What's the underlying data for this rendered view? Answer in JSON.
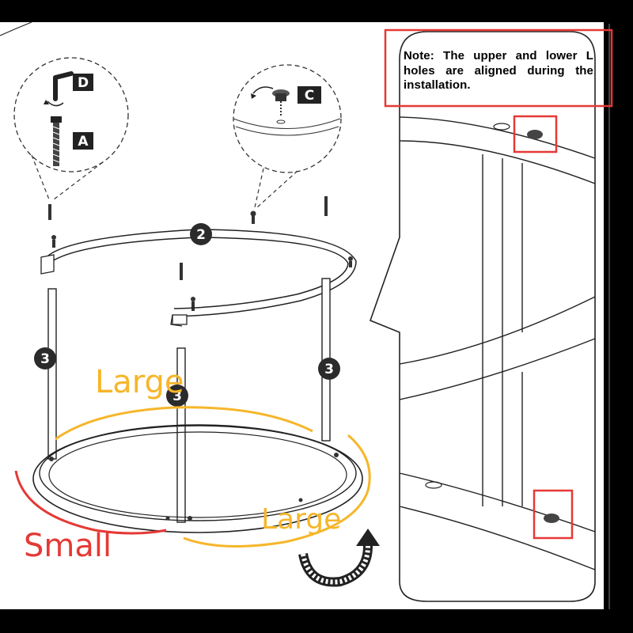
{
  "labels": {
    "note_text": "Note: The upper and lower L holes are aligned during the installation.",
    "part_a": "A",
    "part_c": "C",
    "part_d": "D",
    "part_2": "2",
    "part_3_left": "3",
    "part_3_right": "3",
    "part_3_center": "3"
  },
  "annotations": {
    "large_top": "Large",
    "large_bottom": "Large",
    "small": "Small"
  },
  "colors": {
    "highlight_red": "#e53935",
    "annotation_yellow": "#f6b62a",
    "annotation_red": "#e53935",
    "line_dark": "#222222",
    "label_box": "#222222"
  }
}
